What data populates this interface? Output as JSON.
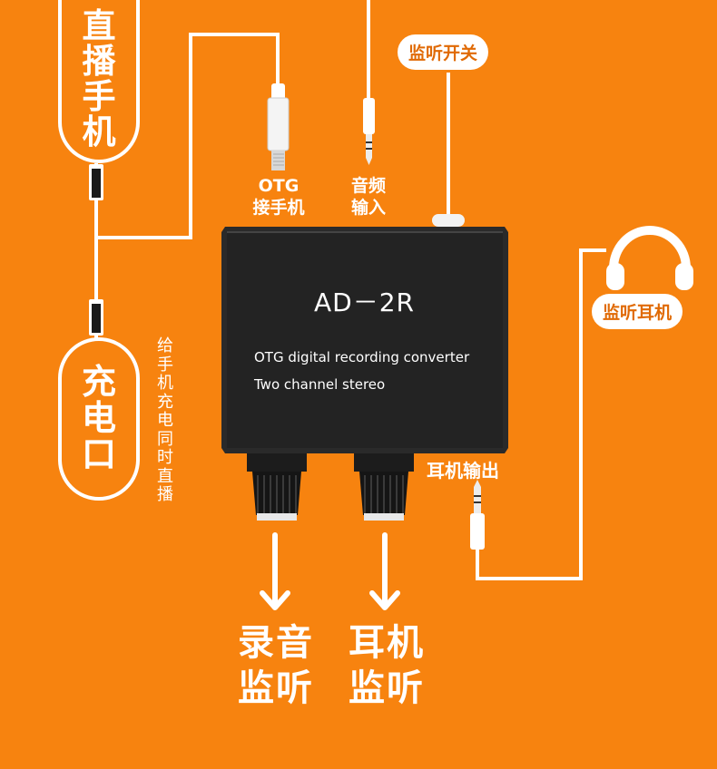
{
  "phone_box": {
    "chars": [
      "直",
      "播",
      "手",
      "机"
    ]
  },
  "charge_box": {
    "chars": [
      "充",
      "电",
      "口"
    ]
  },
  "charge_note": {
    "chars": [
      "给",
      "手",
      "机",
      "充",
      "电",
      "同",
      "时",
      "直",
      "播"
    ]
  },
  "monitor_switch": {
    "label": "监听开关"
  },
  "monitor_headphone": {
    "label": "监听耳机"
  },
  "otg_label": {
    "line1": "OTG",
    "line2": "接手机"
  },
  "audio_in_label": {
    "line1": "音频",
    "line2": "输入"
  },
  "headphone_out_label": {
    "text": "耳机输出"
  },
  "device": {
    "model": "AD－2R",
    "line1": "OTG digital recording converter",
    "line2": "Two channel stereo"
  },
  "knob_left_caption": {
    "line1": "录音",
    "line2": "监听"
  },
  "knob_right_caption": {
    "line1": "耳机",
    "line2": "监听"
  },
  "colors": {
    "background": "#f7830f",
    "accent": "#ffffff",
    "device": "#2b2b2b"
  }
}
